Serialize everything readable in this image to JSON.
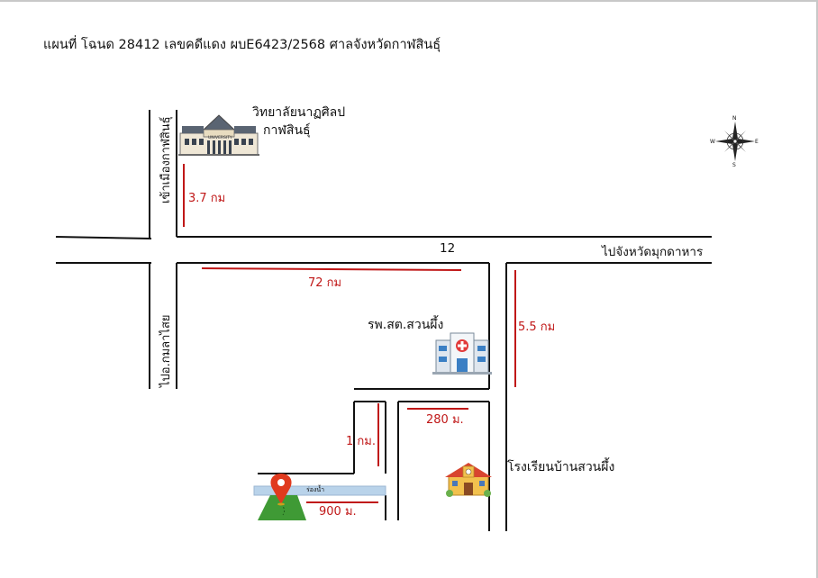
{
  "title": "แผนที่ โฉนด 28412 เลขคดีแดง ผบE6423/2568 ศาลจังหวัดกาฬสินธุ์",
  "labels": {
    "college_line1": "วิทยาลัยนาฏศิลป",
    "college_line2": "กาฬสินธุ์",
    "road_north": "เข้าเมืองกาฬสินธุ์",
    "road_west": "ไปอ.กมลาไสย",
    "route_number": "12",
    "to_mukdahan": "ไปจังหวัดมุกดาหาร",
    "hospital": "รพ.สต.สวนผึ้ง",
    "school": "โรงเรียนบ้านสวนผึ้ง",
    "canal": "ร่องน้ำ",
    "university_sign": "UNIVERSITY"
  },
  "distances": {
    "to_college": "3.7 กม",
    "along_route": "72 กม",
    "east_road": "5.5 กม",
    "to_school_road": "280 ม.",
    "south_road": "1 กม.",
    "to_plot": "900 ม."
  },
  "compass": {
    "n": "N",
    "s": "S",
    "e": "E",
    "w": "W"
  },
  "icons": [
    "university-building-icon",
    "hospital-icon",
    "school-icon",
    "location-pin-icon",
    "land-plot-icon",
    "compass-rose-icon"
  ],
  "colors": {
    "road": "#111111",
    "distance_line": "#c01818",
    "canal": "#b9d3ea",
    "plot": "#3f9a35",
    "pin": "#e03a1e"
  }
}
